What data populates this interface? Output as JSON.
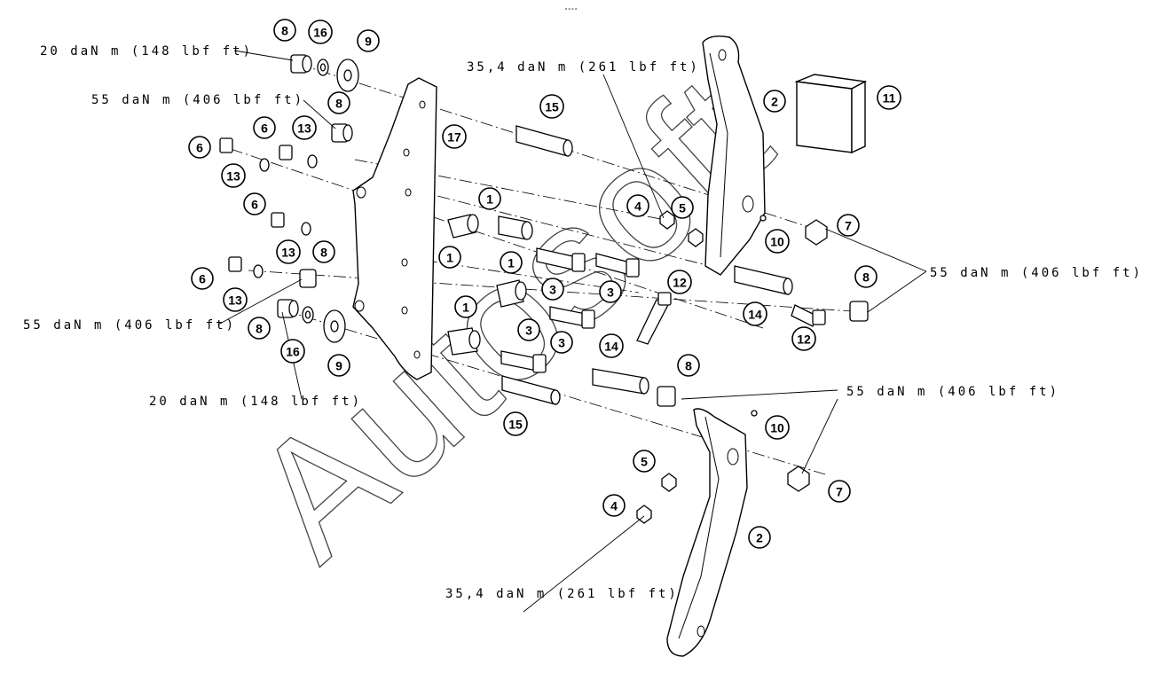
{
  "header_mark": "∘∘∘∘",
  "watermark": "Autosoft",
  "torques": {
    "t20_top": "20 daN m (148 lbf ft)",
    "t55_upper_left": "55 daN m (406 lbf ft)",
    "t354_top": "35,4 daN m (261 lbf ft)",
    "t55_right": "55 daN m (406 lbf ft)",
    "t55_left": "55 daN m (406 lbf ft)",
    "t20_bottom": "20 daN m (148 lbf ft)",
    "t55_lower_right": "55 daN m (406 lbf ft)",
    "t354_bottom": "35,4 daN m (261 lbf ft)"
  },
  "balloons": [
    {
      "id": "b8a",
      "label": "8"
    },
    {
      "id": "b16a",
      "label": "16"
    },
    {
      "id": "b9a",
      "label": "9"
    },
    {
      "id": "b8b",
      "label": "8"
    },
    {
      "id": "b15a",
      "label": "15"
    },
    {
      "id": "b17",
      "label": "17"
    },
    {
      "id": "b2a",
      "label": "2"
    },
    {
      "id": "b11",
      "label": "11"
    },
    {
      "id": "b6a",
      "label": "6"
    },
    {
      "id": "b6b",
      "label": "6"
    },
    {
      "id": "b13a",
      "label": "13"
    },
    {
      "id": "b13b",
      "label": "13"
    },
    {
      "id": "b6c",
      "label": "6"
    },
    {
      "id": "b13c",
      "label": "13"
    },
    {
      "id": "b6d",
      "label": "6"
    },
    {
      "id": "b13d",
      "label": "13"
    },
    {
      "id": "b8c",
      "label": "8"
    },
    {
      "id": "b8d",
      "label": "8"
    },
    {
      "id": "b16b",
      "label": "16"
    },
    {
      "id": "b9b",
      "label": "9"
    },
    {
      "id": "b1a",
      "label": "1"
    },
    {
      "id": "b1b",
      "label": "1"
    },
    {
      "id": "b1c",
      "label": "1"
    },
    {
      "id": "b1d",
      "label": "1"
    },
    {
      "id": "b4a",
      "label": "4"
    },
    {
      "id": "b5a",
      "label": "5"
    },
    {
      "id": "b10a",
      "label": "10"
    },
    {
      "id": "b7a",
      "label": "7"
    },
    {
      "id": "b3a",
      "label": "3"
    },
    {
      "id": "b3b",
      "label": "3"
    },
    {
      "id": "b12a",
      "label": "12"
    },
    {
      "id": "b14a",
      "label": "14"
    },
    {
      "id": "b12b",
      "label": "12"
    },
    {
      "id": "b8e",
      "label": "8"
    },
    {
      "id": "b3c",
      "label": "3"
    },
    {
      "id": "b3d",
      "label": "3"
    },
    {
      "id": "b14b",
      "label": "14"
    },
    {
      "id": "b8f",
      "label": "8"
    },
    {
      "id": "b15b",
      "label": "15"
    },
    {
      "id": "b10b",
      "label": "10"
    },
    {
      "id": "b7b",
      "label": "7"
    },
    {
      "id": "b5b",
      "label": "5"
    },
    {
      "id": "b4b",
      "label": "4"
    },
    {
      "id": "b2b",
      "label": "2"
    }
  ]
}
